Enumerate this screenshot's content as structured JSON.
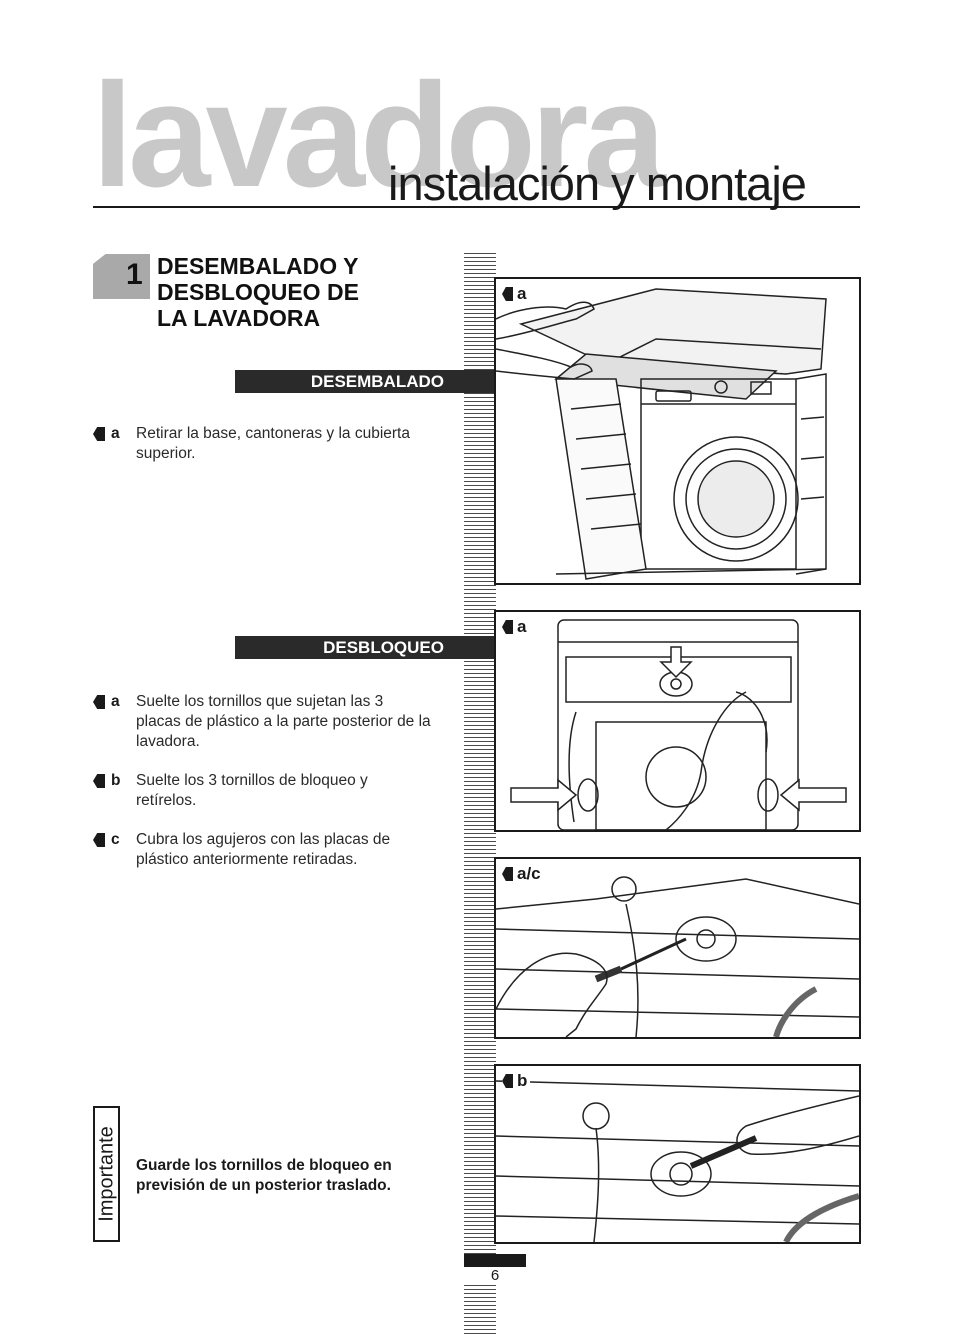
{
  "header": {
    "brand_word": "lavadora",
    "subtitle": "instalación y montaje"
  },
  "section": {
    "number": "1",
    "title": "DESEMBALADO Y\nDESBLOQUEO DE\nLA LAVADORA"
  },
  "unpacking": {
    "bar_label": "DESEMBALADO",
    "steps": [
      {
        "letter": "a",
        "text": "Retirar la base, cantoneras y la cubierta superior."
      }
    ]
  },
  "unlocking": {
    "bar_label": "DESBLOQUEO",
    "steps": [
      {
        "letter": "a",
        "text": "Suelte los tornillos que sujetan las 3 placas de plástico a la parte posterior de la lavadora."
      },
      {
        "letter": "b",
        "text": "Suelte los 3 tornillos de bloqueo y retírelos."
      },
      {
        "letter": "c",
        "text": "Cubra los agujeros con las placas de plástico anteriormente retiradas."
      }
    ]
  },
  "figures": [
    {
      "tag": "a",
      "depicts": "unpacking-washer"
    },
    {
      "tag": "a",
      "depicts": "rear-panel-arrows"
    },
    {
      "tag": "a/c",
      "depicts": "screwdriver-plate"
    },
    {
      "tag": "b",
      "depicts": "wrench-bolt"
    }
  ],
  "important": {
    "label": "Importante",
    "text": "Guarde los tornillos de bloqueo en previsión de un posterior traslado."
  },
  "page": {
    "number": "6"
  },
  "colors": {
    "ink": "#1a1a1a",
    "watermark_grey": "#c8c8c8",
    "badge_grey": "#a9a9a9",
    "bar_dark": "#2a2a2a"
  }
}
